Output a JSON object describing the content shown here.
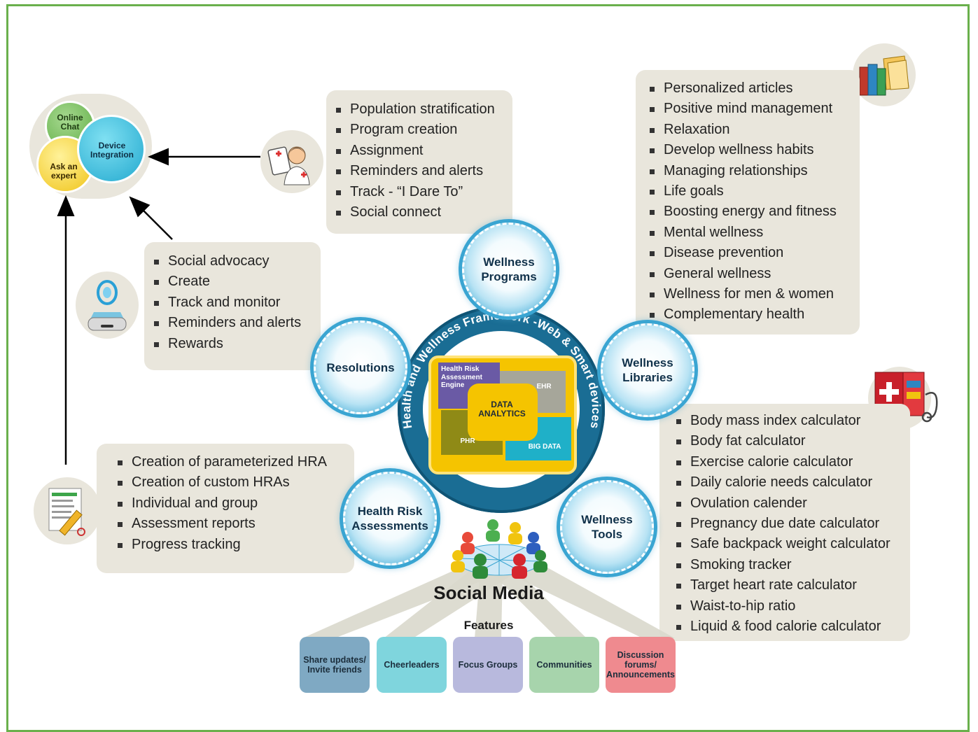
{
  "center": {
    "ring_text": "Health and Wellness Framework -Web & Smart devices",
    "core": {
      "hra": "Health Risk Assessment Engine",
      "ehr": "EHR",
      "phr": "PHR",
      "big_data": "BIG DATA",
      "analytics": "DATA ANALYTICS"
    }
  },
  "bubbles": {
    "programs": "Wellness Programs",
    "libraries": "Wellness Libraries",
    "tools": "Wellness Tools",
    "hra": "Health Risk Assessments",
    "resolutions": "Resolutions"
  },
  "venn": {
    "online_chat": "Online Chat",
    "device_integration": "Device Integration",
    "ask_expert": "Ask an expert"
  },
  "programs_list": [
    "Population stratification",
    "Program creation",
    "Assignment",
    "Reminders and alerts",
    "Track - “I Dare To”",
    "Social connect"
  ],
  "resolutions_list": [
    "Social advocacy",
    "Create",
    "Track and monitor",
    "Reminders and alerts",
    "Rewards"
  ],
  "hra_list": [
    "Creation of parameterized HRA",
    "Creation of custom HRAs",
    "Individual and group",
    "Assessment reports",
    "Progress tracking"
  ],
  "libraries_list": [
    "Personalized articles",
    "Positive mind management",
    "Relaxation",
    "Develop wellness habits",
    "Managing relationships",
    "Life goals",
    "Boosting energy and fitness",
    "Mental wellness",
    "Disease prevention",
    "General wellness",
    "Wellness for men & women",
    "Complementary health"
  ],
  "tools_list": [
    "Body mass index calculator",
    "Body fat calculator",
    "Exercise calorie calculator",
    "Daily calorie needs calculator",
    "Ovulation calender",
    "Pregnancy due date calculator",
    "Safe backpack weight  calculator",
    "Smoking tracker",
    "Target heart rate calculator",
    "Waist-to-hip ratio",
    "Liquid & food calorie calculator"
  ],
  "social": {
    "title": "Social Media",
    "features_label": "Features"
  },
  "features": [
    {
      "label": "Share updates/ Invite friends",
      "color": "#7fa9c3"
    },
    {
      "label": "Cheerleaders",
      "color": "#7fd5dd"
    },
    {
      "label": "Focus Groups",
      "color": "#b8b9dd"
    },
    {
      "label": "Communities",
      "color": "#a7d4ac"
    },
    {
      "label": "Discussion forums/ Announcements",
      "color": "#ef8a8f"
    }
  ],
  "colors": {
    "frame": "#6ab04c",
    "ring": "#1a6d94",
    "core_bg": "#f5c400",
    "hra": "#6a5aa5",
    "ehr": "#a6a69a",
    "phr": "#8f8a16",
    "big_data": "#1fb0c8"
  },
  "icons": [
    "doctor-icon",
    "scanner-device-icon",
    "checklist-pencil-icon",
    "books-folder-icon",
    "first-aid-kit-icon",
    "people-network-icon"
  ]
}
